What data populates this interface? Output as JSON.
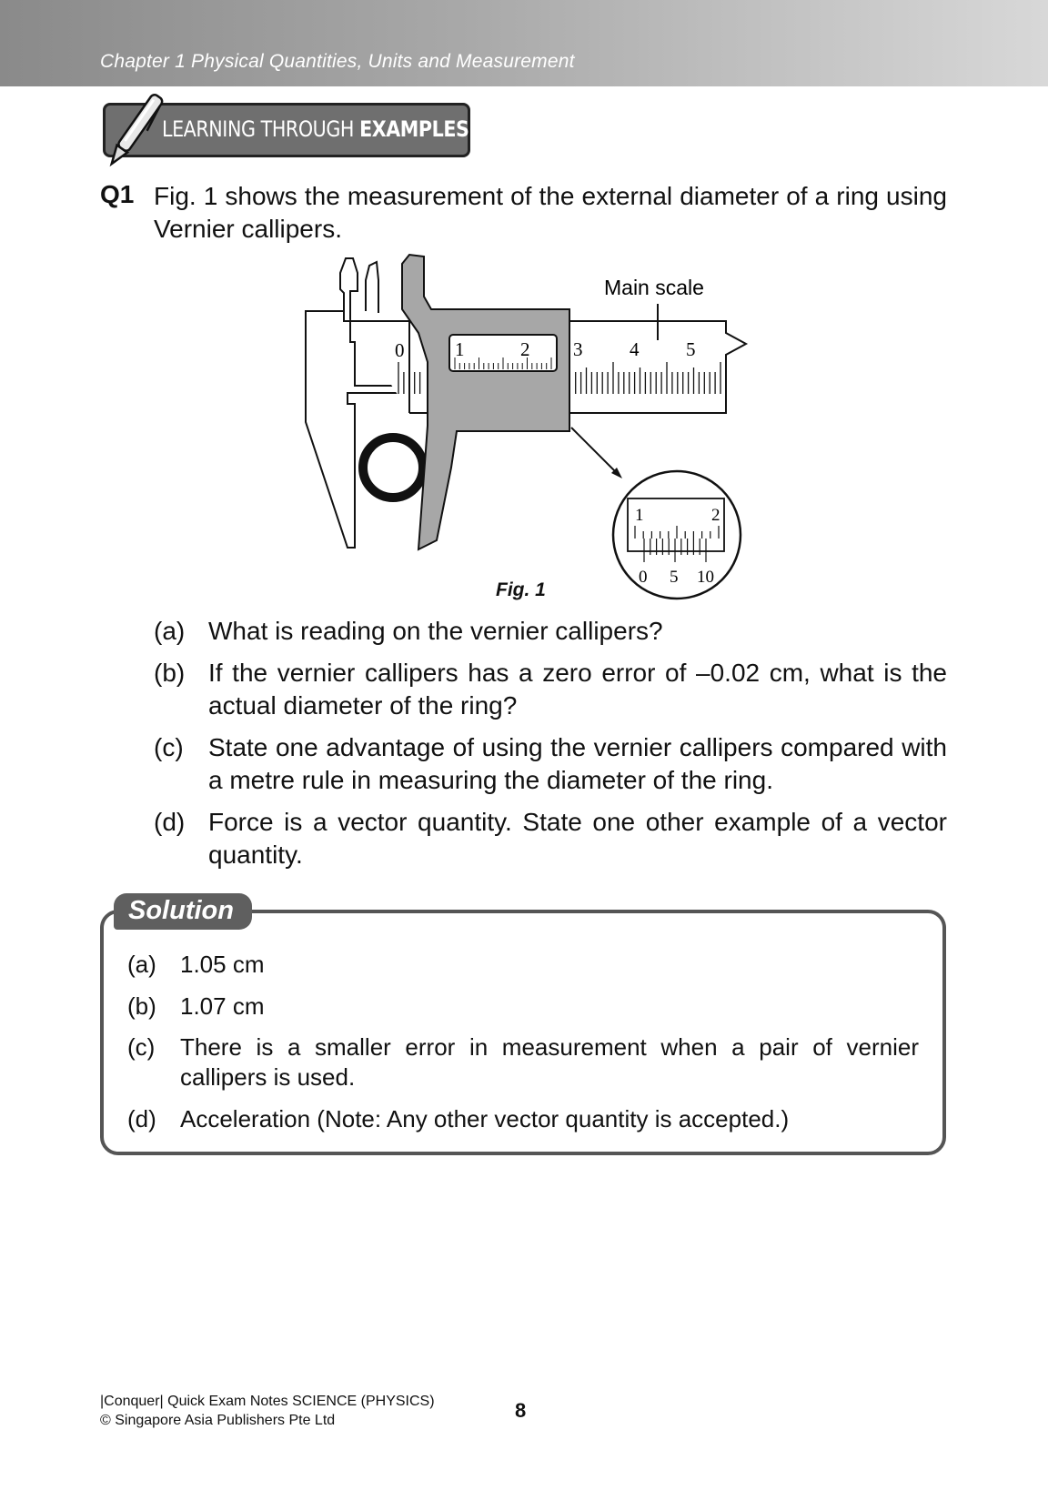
{
  "header": {
    "chapter_title": "Chapter 1  Physical Quantities, Units and Measurement"
  },
  "banner": {
    "prefix": "LEARNING THROUGH ",
    "bold": "EXAMPLES"
  },
  "question": {
    "number": "Q1",
    "text": "Fig. 1 shows the measurement of the external diameter of a ring using Vernier callipers.",
    "figure": {
      "main_scale_label": "Main scale",
      "main_scale_numbers": [
        "0",
        "1",
        "2",
        "3",
        "4",
        "5"
      ],
      "inset_main_numbers": [
        "1",
        "2"
      ],
      "inset_vernier_numbers": [
        "0",
        "5",
        "10"
      ],
      "caption": "Fig. 1"
    },
    "parts": [
      {
        "label": "(a)",
        "text": "What is reading on the vernier callipers?"
      },
      {
        "label": "(b)",
        "text": "If the vernier callipers has a zero error of –0.02 cm, what is the actual diameter of the ring?"
      },
      {
        "label": "(c)",
        "text": "State one advantage of using the vernier callipers compared with a metre rule in measuring the diameter of the ring."
      },
      {
        "label": "(d)",
        "text": "Force is a vector quantity. State one other example of a vector quantity."
      }
    ]
  },
  "solution": {
    "title": "Solution",
    "answers": [
      {
        "label": "(a)",
        "text": "1.05 cm"
      },
      {
        "label": "(b)",
        "text": "1.07 cm"
      },
      {
        "label": "(c)",
        "text": "There is a smaller error in measurement when a pair of vernier callipers is used."
      },
      {
        "label": "(d)",
        "text": "Acceleration (Note: Any other vector quantity is accepted.)"
      }
    ]
  },
  "footer": {
    "line1": "|Conquer| Quick Exam Notes SCIENCE (PHYSICS)",
    "line2": "© Singapore Asia Publishers Pte Ltd",
    "page_number": "8"
  }
}
